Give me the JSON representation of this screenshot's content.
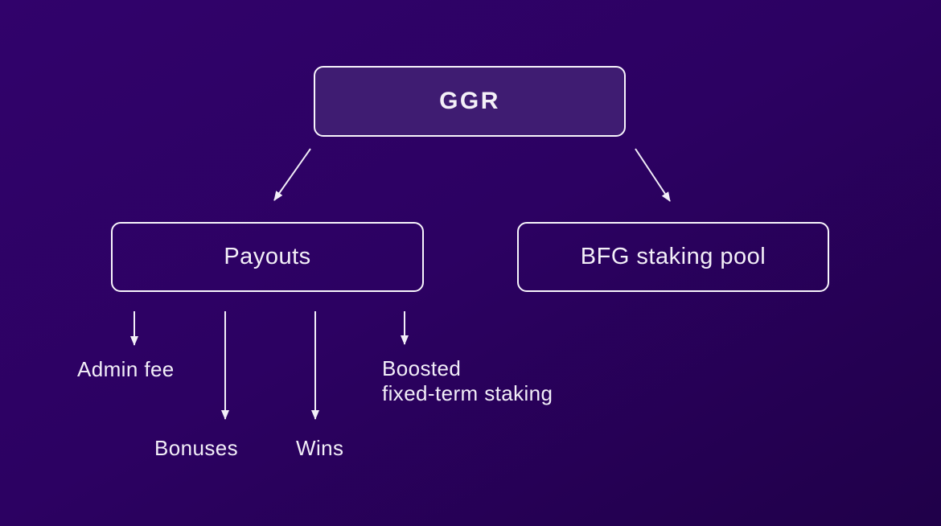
{
  "colors": {
    "background_top": "#31026b",
    "background_bottom": "#200049",
    "root_node_fill": "#3f1c72",
    "node_border": "#f8f5fc",
    "text": "#f4f0f8",
    "arrow": "#f2eef8"
  },
  "diagram": {
    "type": "flowchart",
    "root_label": "GGR",
    "level2": [
      {
        "label": "Payouts"
      },
      {
        "label": "BFG staking pool"
      }
    ],
    "leaves": [
      {
        "lines": [
          "Admin fee"
        ]
      },
      {
        "lines": [
          "Bonuses"
        ]
      },
      {
        "lines": [
          "Wins"
        ]
      },
      {
        "lines": [
          "Boosted",
          "fixed-term staking"
        ]
      }
    ],
    "edges": [
      {
        "from": "GGR",
        "to": "Payouts"
      },
      {
        "from": "GGR",
        "to": "BFG staking pool"
      },
      {
        "from": "Payouts",
        "to": "Admin fee"
      },
      {
        "from": "Payouts",
        "to": "Bonuses"
      },
      {
        "from": "Payouts",
        "to": "Wins"
      },
      {
        "from": "Payouts",
        "to": "Boosted fixed-term staking"
      }
    ]
  }
}
